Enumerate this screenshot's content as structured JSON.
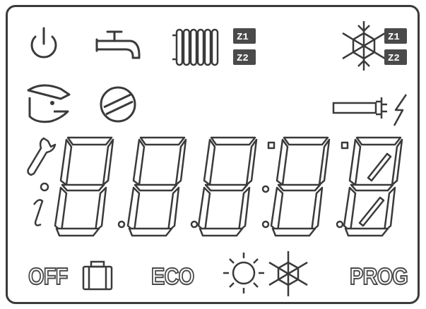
{
  "labels": {
    "off": "OFF",
    "eco": "ECO",
    "prog": "PROG"
  },
  "zones": {
    "heating": [
      "Z1",
      "Z2"
    ],
    "cooling": [
      "Z1",
      "Z2"
    ]
  },
  "icons": {
    "power": "power-icon",
    "tap": "hot-water-tap-icon",
    "radiator": "radiator-icon",
    "snowflake": "snowflake-icon",
    "technician": "technician-icon",
    "prohibited": "prohibited-icon",
    "heater_element": "electric-heater-element-icon",
    "lightning": "lightning-icon",
    "wrench": "wrench-icon",
    "info": "info-icon",
    "suitcase": "suitcase-icon",
    "sun": "sun-icon"
  },
  "colors": {
    "stroke": "#3a3a3a",
    "fill_dark": "#4a4a4a",
    "background": "#ffffff"
  }
}
